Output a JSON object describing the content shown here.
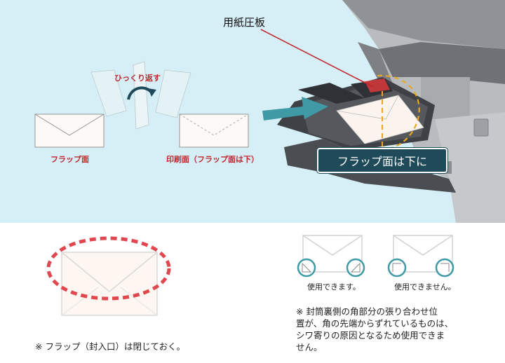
{
  "labels": {
    "pressure_plate": "用紙圧板",
    "flip_over": "ひっくり返す",
    "flap_side": "フラップ面",
    "print_side": "印刷面（フラップ面は下）",
    "callout": "フラップ面は下に",
    "usable": "使用できます。",
    "not_usable": "使用できません。",
    "note_flap": "※ フラップ（封入口）は閉じておく。",
    "note_corner_line1": "※ 封筒裏側の角部分の張り合わせ位",
    "note_corner_line2": "置が、角の先端からずれているものは、",
    "note_corner_line3": "シワ寄りの原因となるため使用できま",
    "note_corner_line4": "せん。"
  },
  "colors": {
    "background_top": "#d6eef5",
    "red": "#c0282e",
    "teal": "#3f9aa6",
    "callout_bg": "#1e4a5a",
    "yellow_dash": "#e8a824"
  }
}
